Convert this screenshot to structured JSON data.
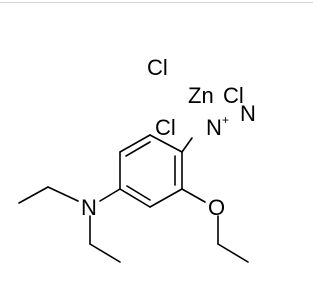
{
  "molecule": {
    "atoms": {
      "cl_top": "Cl",
      "zn": "Zn",
      "cl_right": "Cl",
      "cl_left": "Cl",
      "n_diazo": "N",
      "plus_sign": "+",
      "n_terminal": "N",
      "n_amine": "N",
      "o_ether": "O"
    }
  }
}
